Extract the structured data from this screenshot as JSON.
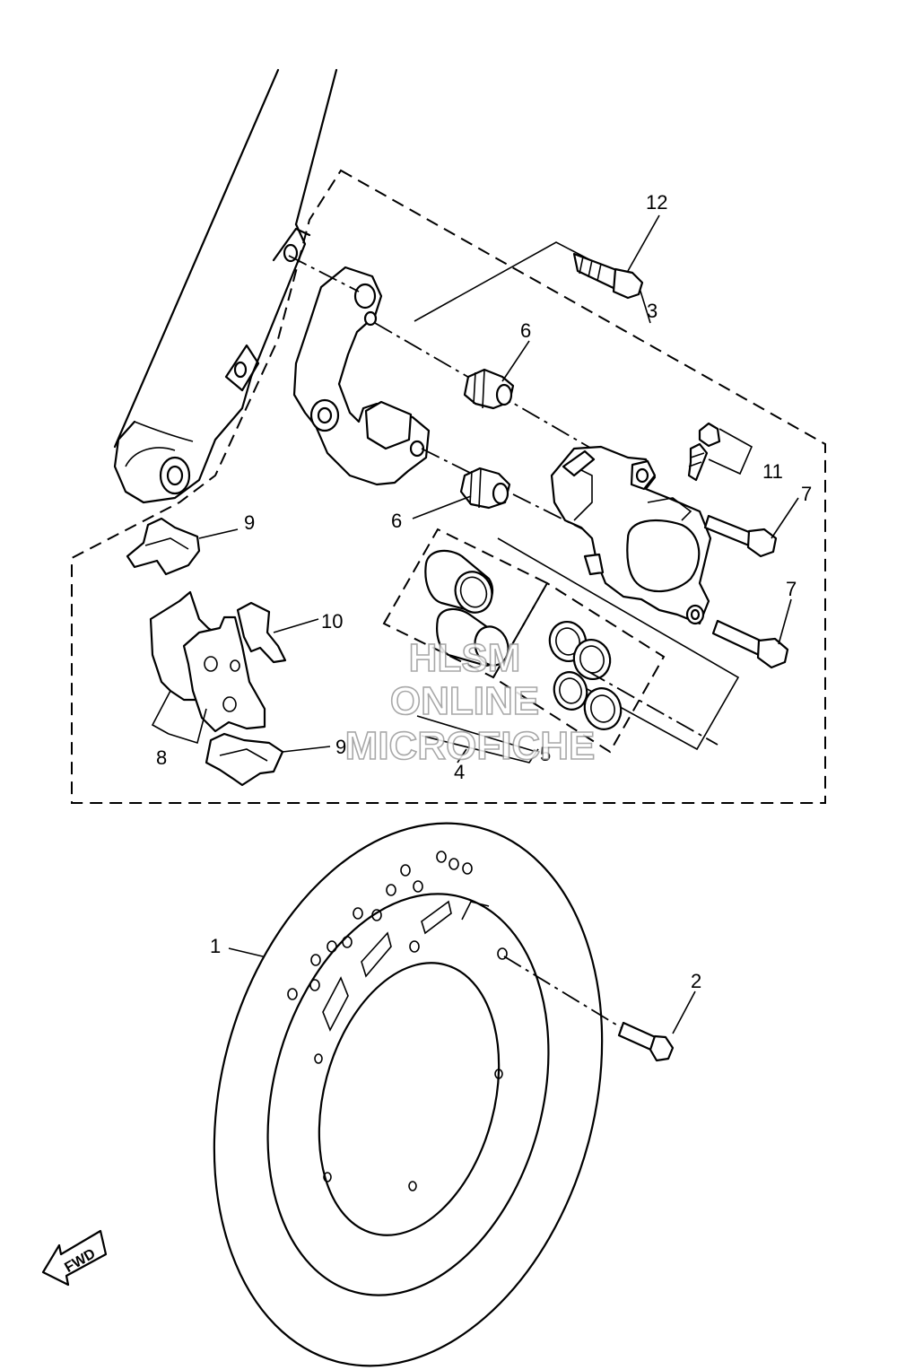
{
  "diagram": {
    "callouts": [
      {
        "id": "c1",
        "text": "1"
      },
      {
        "id": "c2",
        "text": "2"
      },
      {
        "id": "c3",
        "text": "3"
      },
      {
        "id": "c4",
        "text": "4"
      },
      {
        "id": "c5",
        "text": "5"
      },
      {
        "id": "c6a",
        "text": "6"
      },
      {
        "id": "c6b",
        "text": "6"
      },
      {
        "id": "c7a",
        "text": "7"
      },
      {
        "id": "c7b",
        "text": "7"
      },
      {
        "id": "c8",
        "text": "8"
      },
      {
        "id": "c9a",
        "text": "9"
      },
      {
        "id": "c9b",
        "text": "9"
      },
      {
        "id": "c10",
        "text": "10"
      },
      {
        "id": "c11",
        "text": "11"
      },
      {
        "id": "c12",
        "text": "12"
      }
    ],
    "fwd_label": "FWD",
    "watermark": [
      "HLSM",
      "ONLINE",
      "MICROFICHE"
    ]
  }
}
